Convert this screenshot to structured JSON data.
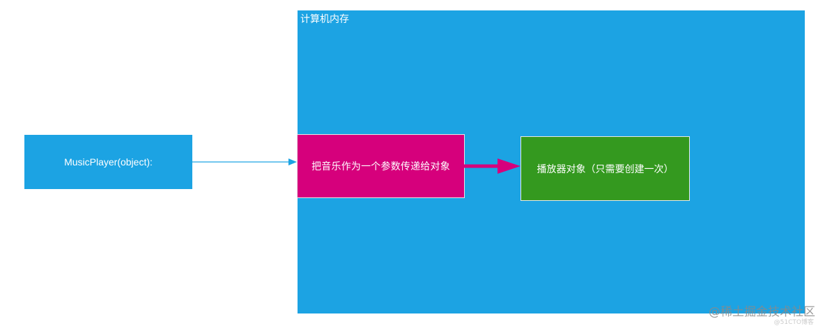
{
  "diagram": {
    "memory": {
      "label": "计算机内存",
      "color": "#1ca3e3"
    },
    "class_box": {
      "label": "MusicPlayer(object):",
      "color": "#1ca3e3"
    },
    "param_box": {
      "label": "把音乐作为一个参数传递给对象",
      "color": "#d6007c"
    },
    "player_box": {
      "label": "播放器对象（只需要创建一次）",
      "color": "#34991f"
    },
    "arrows": {
      "class_to_param_color": "#1ca3e3",
      "param_to_player_color": "#d6007c"
    }
  },
  "watermark": {
    "main": "@稀土掘金技术社区",
    "sub": "@51CTO博客"
  }
}
